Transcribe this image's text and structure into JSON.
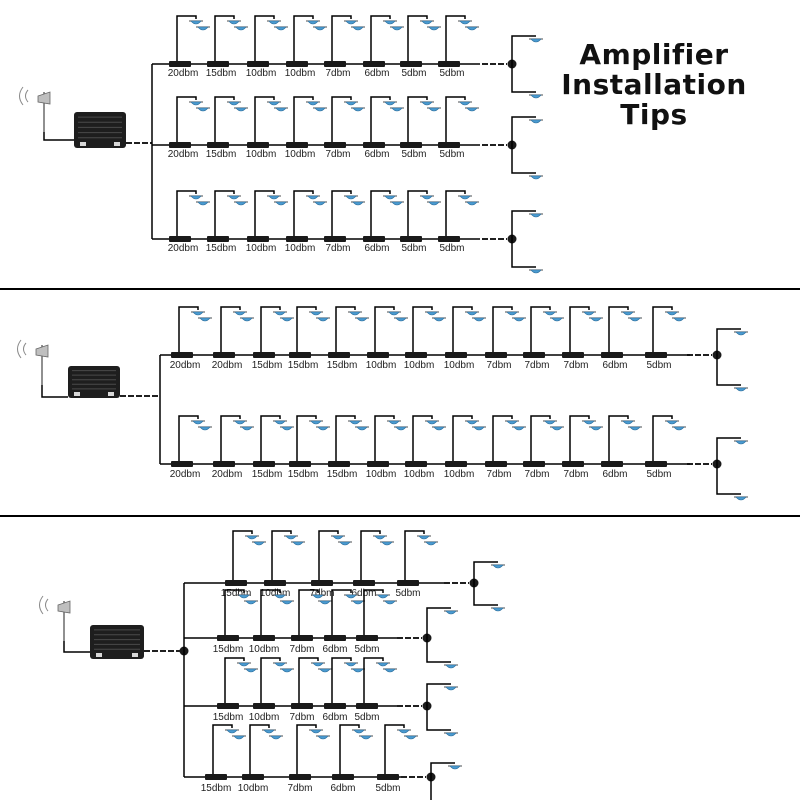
{
  "title": {
    "line1": "Amplifier",
    "line2": "Installation Tips"
  },
  "colors": {
    "cable": "#000000",
    "splitter": "#1a1a1a",
    "antenna": "#4a9bd1",
    "divider": "#000000"
  },
  "icons": [
    "booster-amplifier-icon",
    "outdoor-antenna-icon",
    "indoor-ceiling-antenna-icon",
    "coupler-icon",
    "splitter-icon"
  ],
  "sections": [
    {
      "rows": [
        {
          "labels": [
            "20dbm",
            "15dbm",
            "10dbm",
            "10dbm",
            "7dbm",
            "6dbm",
            "5dbm",
            "5dbm"
          ]
        },
        {
          "labels": [
            "20dbm",
            "15dbm",
            "10dbm",
            "10dbm",
            "7dbm",
            "6dbm",
            "5dbm",
            "5dbm"
          ]
        },
        {
          "labels": [
            "20dbm",
            "15dbm",
            "10dbm",
            "10dbm",
            "7dbm",
            "6dbm",
            "5dbm",
            "5dbm"
          ]
        }
      ]
    },
    {
      "rows": [
        {
          "labels": [
            "20dbm",
            "20dbm",
            "15dbm",
            "15dbm",
            "15dbm",
            "10dbm",
            "10dbm",
            "10dbm",
            "7dbm",
            "7dbm",
            "7dbm",
            "6dbm",
            "5dbm"
          ]
        },
        {
          "labels": [
            "20dbm",
            "20dbm",
            "15dbm",
            "15dbm",
            "15dbm",
            "10dbm",
            "10dbm",
            "10dbm",
            "7dbm",
            "7dbm",
            "7dbm",
            "6dbm",
            "5dbm"
          ]
        }
      ]
    },
    {
      "rows": [
        {
          "labels": [
            "15dbm",
            "10dbm",
            "7dbm",
            "6dbm",
            "5dbm"
          ]
        },
        {
          "labels": [
            "15dbm",
            "10dbm",
            "7dbm",
            "6dbm",
            "5dbm"
          ]
        },
        {
          "labels": [
            "15dbm",
            "10dbm",
            "7dbm",
            "6dbm",
            "5dbm"
          ]
        },
        {
          "labels": [
            "15dbm",
            "10dbm",
            "7dbm",
            "6dbm",
            "5dbm"
          ]
        }
      ]
    }
  ]
}
